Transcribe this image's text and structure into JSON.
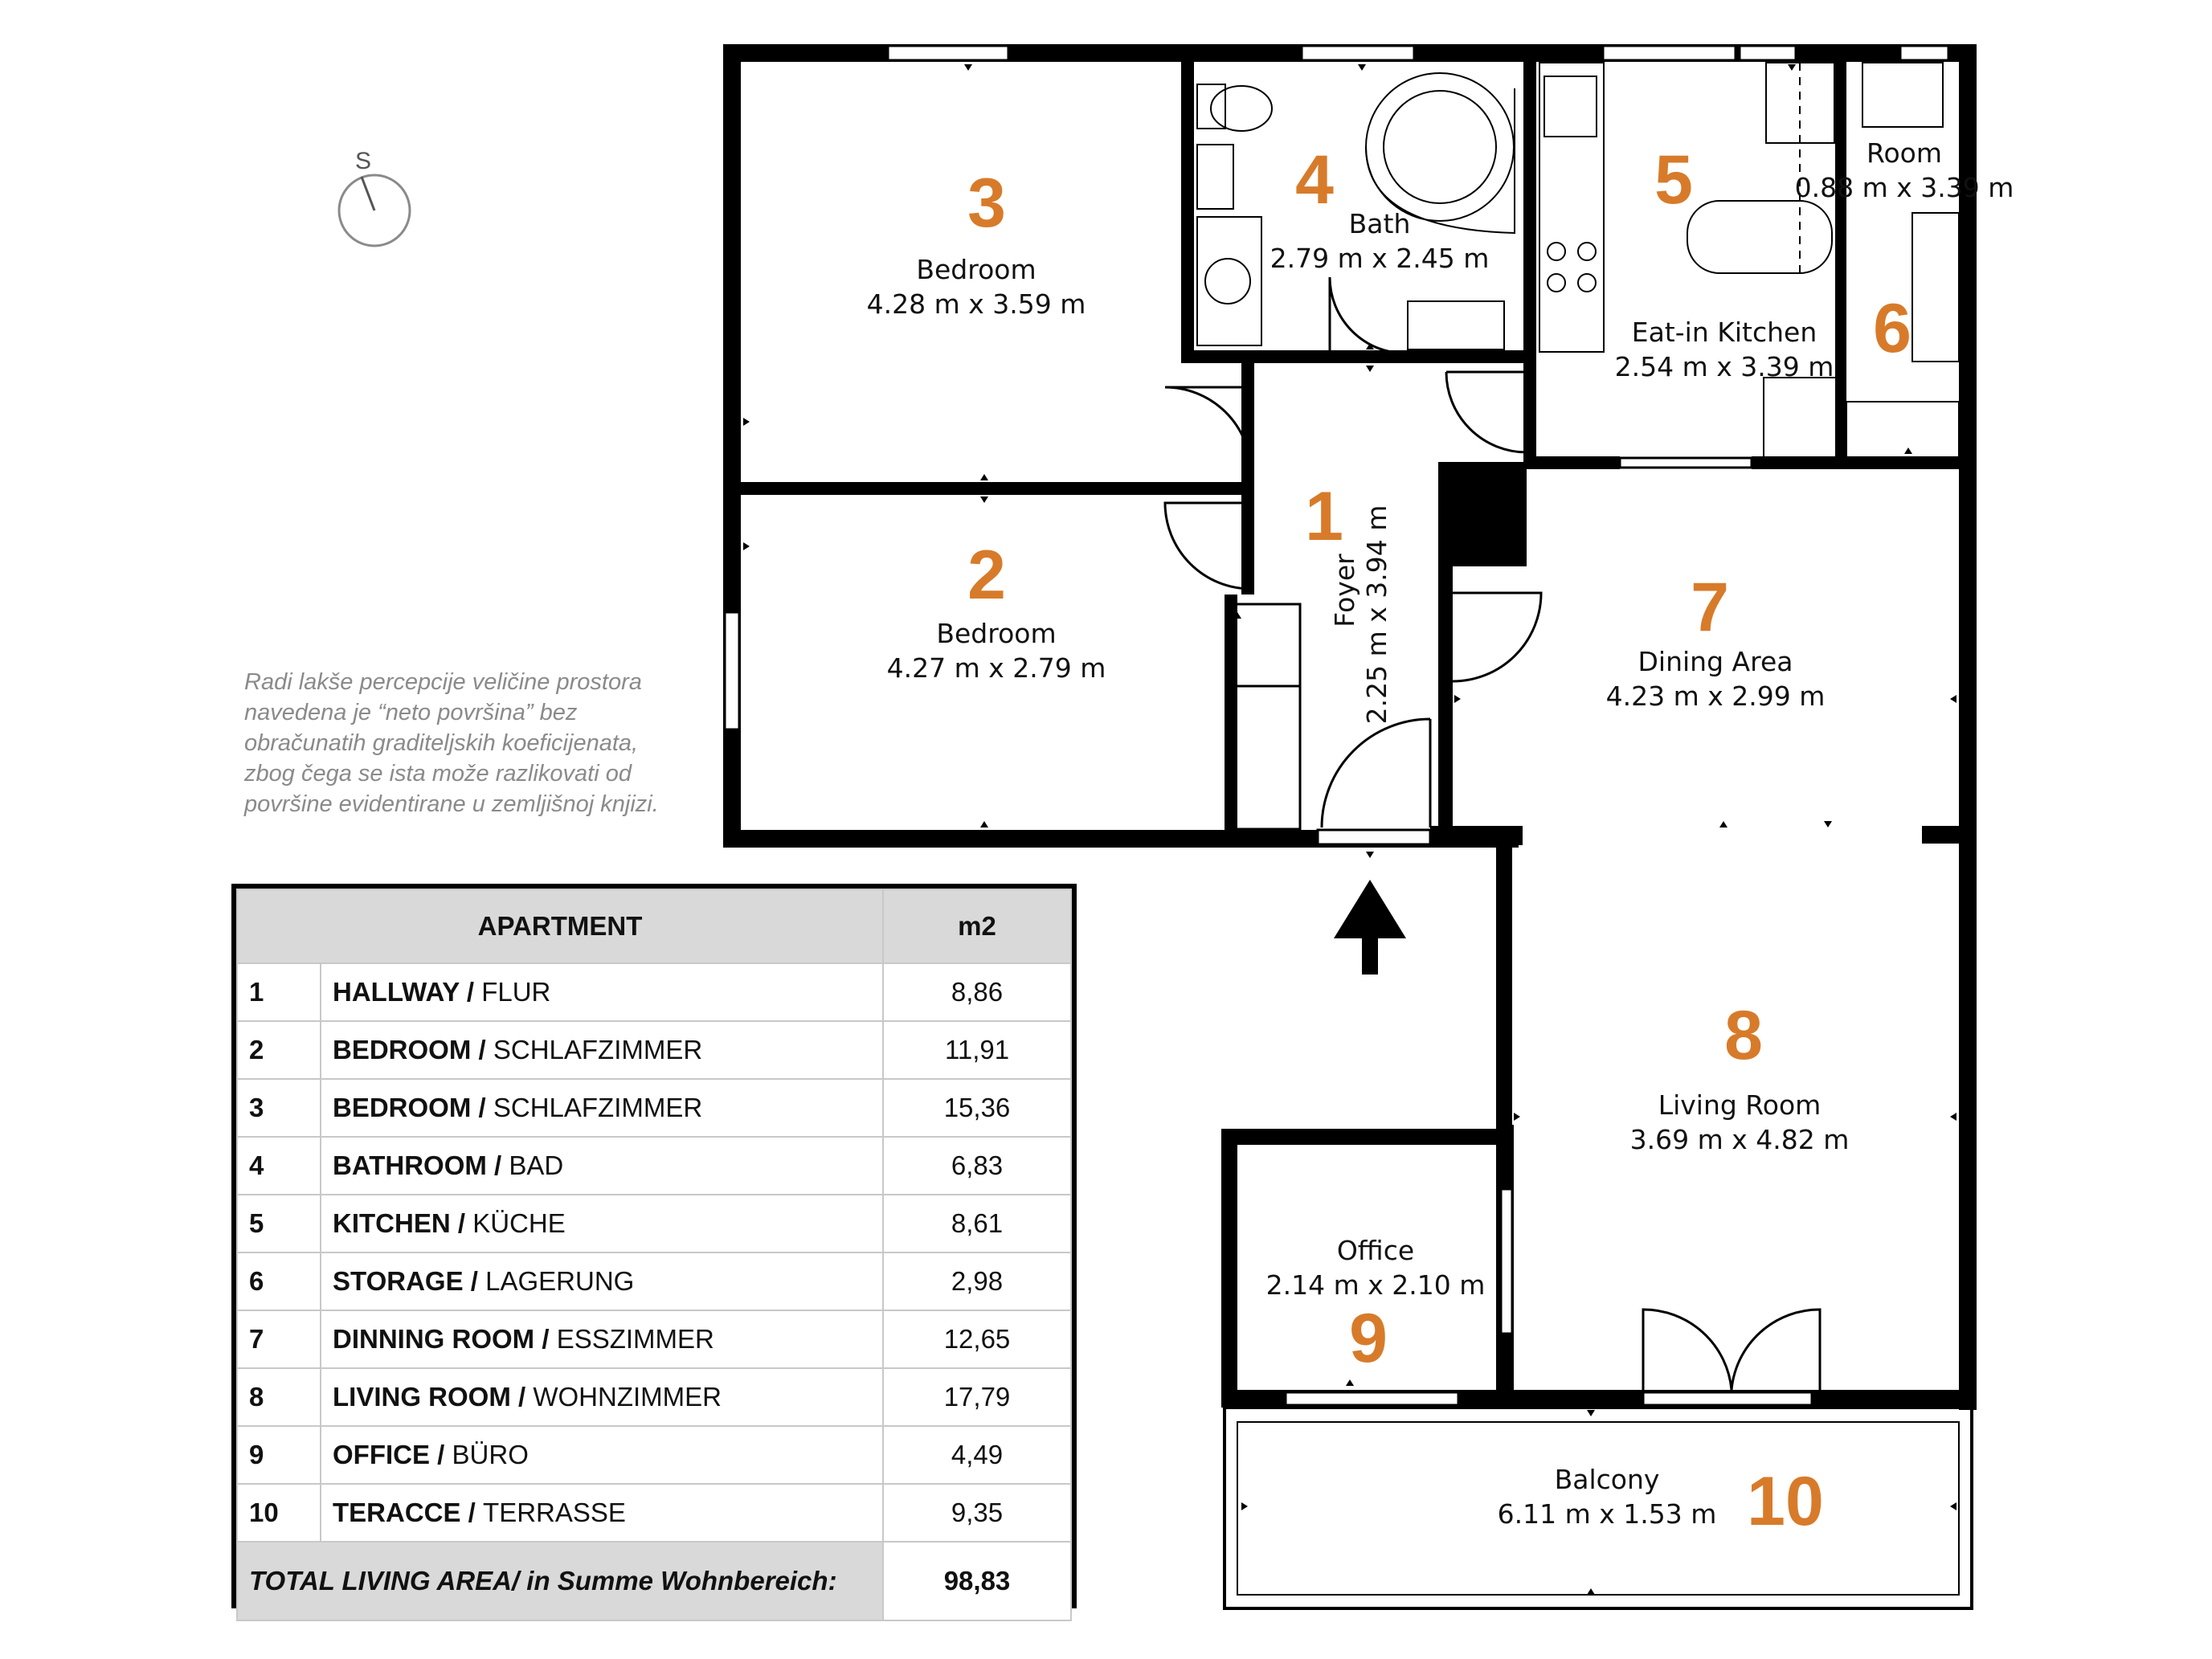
{
  "rooms": [
    {
      "number": "1",
      "name": "Foyer",
      "dims": "2.25 m x 3.94 m"
    },
    {
      "number": "2",
      "name": "Bedroom",
      "dims": "4.27 m x 2.79 m"
    },
    {
      "number": "3",
      "name": "Bedroom",
      "dims": "4.28 m x 3.59 m"
    },
    {
      "number": "4",
      "name": "Bath",
      "dims": "2.79 m x 2.45 m"
    },
    {
      "number": "5",
      "name": "Eat-in Kitchen",
      "dims": "2.54 m x 3.39 m"
    },
    {
      "number": "6",
      "name": "Room",
      "dims": "0.88 m x 3.39 m"
    },
    {
      "number": "7",
      "name": "Dining Area",
      "dims": "4.23 m x 2.99 m"
    },
    {
      "number": "8",
      "name": "Living Room",
      "dims": "3.69 m x 4.82 m"
    },
    {
      "number": "9",
      "name": "Office",
      "dims": "2.14 m x 2.10 m"
    },
    {
      "number": "10",
      "name": "Balcony",
      "dims": "6.11 m x 1.53 m"
    }
  ],
  "compass_label": "S",
  "note": "Radi lakše percepcije veličine prostora navedena je “neto površina” bez obračunatih graditeljskih koeficijenata, zbog čega se ista može razlikovati od površine evidentirane u zemljišnoj knjizi.",
  "table": {
    "header_name": "APARTMENT",
    "header_unit": "m2",
    "rows": [
      {
        "num": "1",
        "en": "HALLWAY",
        "de": "FLUR",
        "area": "8,86"
      },
      {
        "num": "2",
        "en": "BEDROOM",
        "de": "SCHLAFZIMMER",
        "area": "11,91"
      },
      {
        "num": "3",
        "en": "BEDROOM",
        "de": "SCHLAFZIMMER",
        "area": "15,36"
      },
      {
        "num": "4",
        "en": "BATHROOM",
        "de": "BAD",
        "area": "6,83"
      },
      {
        "num": "5",
        "en": "KITCHEN",
        "de": "KÜCHE",
        "area": "8,61"
      },
      {
        "num": "6",
        "en": "STORAGE",
        "de": "LAGERUNG",
        "area": "2,98"
      },
      {
        "num": "7",
        "en": "DINNING ROOM",
        "de": "ESSZIMMER",
        "area": "12,65"
      },
      {
        "num": "8",
        "en": "LIVING ROOM",
        "de": "WOHNZIMMER",
        "area": "17,79"
      },
      {
        "num": "9",
        "en": "OFFICE",
        "de": "BÜRO",
        "area": "4,49"
      },
      {
        "num": "10",
        "en": "TERACCE",
        "de": "TERRASSE",
        "area": "9,35"
      }
    ],
    "total_label": "TOTAL LIVING AREA/ in Summe Wohnbereich:",
    "total_value": "98,83"
  },
  "colors": {
    "room_number": "#d77b2a",
    "wall": "#000000",
    "table_header_bg": "#d9d9d9",
    "note_text": "#8a8a8a"
  }
}
